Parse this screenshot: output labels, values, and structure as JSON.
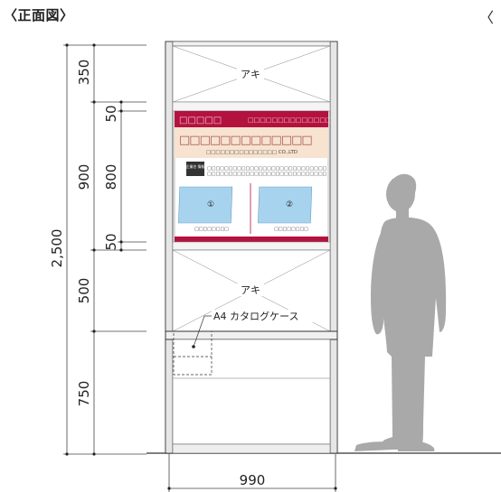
{
  "view_title": "〈正面図〉",
  "nav_glyph": "〈",
  "dimensions": {
    "total_height": "2,500",
    "top": "350",
    "middle": "900",
    "upper_gap": "50",
    "panel": "800",
    "lower_gap": "50",
    "lower": "500",
    "bottom": "750",
    "width": "990"
  },
  "labels": {
    "empty_top": "アキ",
    "empty_middle": "アキ",
    "catalog_case": "A4 カタログケース"
  },
  "panel": {
    "header_boxes": "□□□□□",
    "header_long": "□□□□□□□□□□□□□□",
    "big_boxes": "□□□□□□□□□□□□□",
    "company": "□□□□□□□□□□□□□□□ CO.,LTD",
    "badge": "企業名 情報",
    "info_line": "□□□□□□□□□□□□□□□□□□□□□□□□□□□□",
    "left_mark": "①",
    "right_mark": "②",
    "left_caption": "□□□□□□□□",
    "right_caption": "□□□□□□□□"
  },
  "colors": {
    "panel_red": "#b3123f",
    "panel_cream": "#f7e3cf",
    "screen_blue": "#a7d3ee",
    "person": "#a9a9a9"
  }
}
